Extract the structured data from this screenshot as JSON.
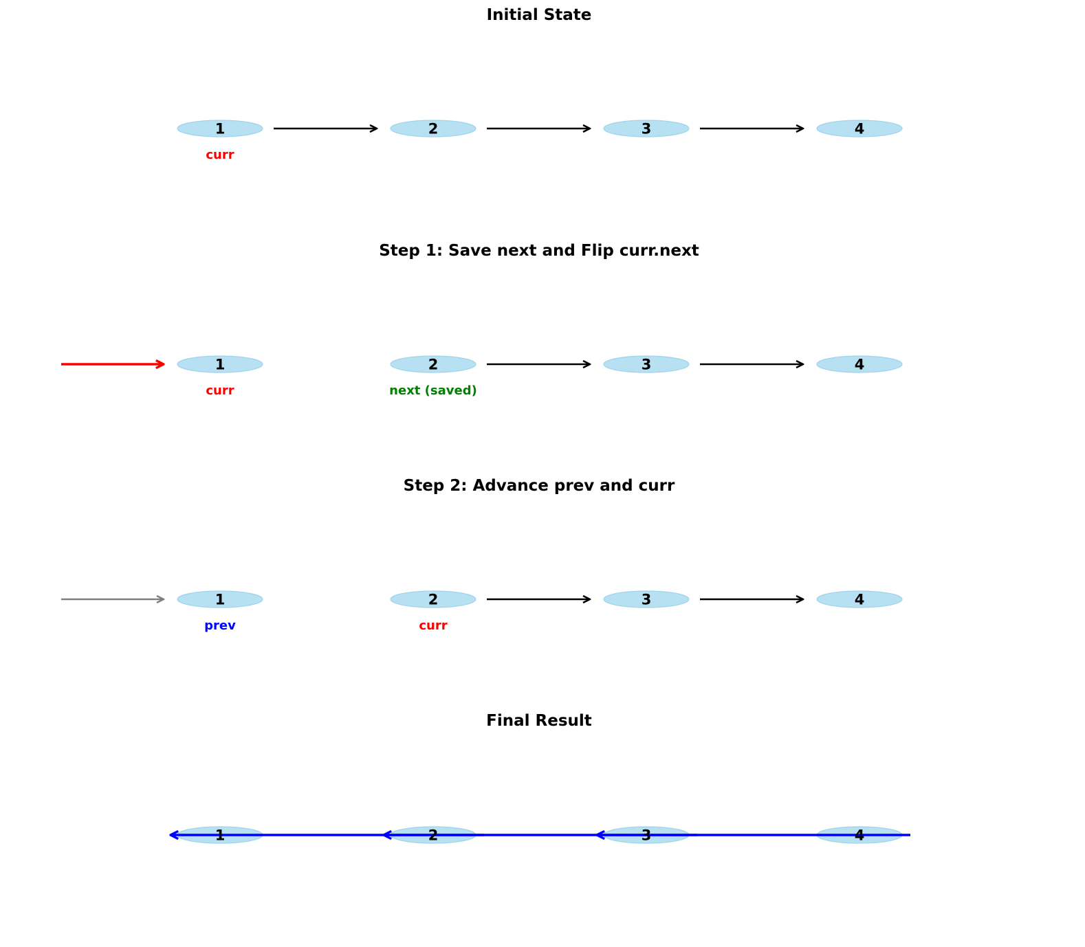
{
  "colors": {
    "node_fill": "#b7e0f2",
    "node_stroke": "#9fd4ec",
    "arrow_default": "#000000",
    "arrow_flipped": "#ff0000",
    "arrow_prev": "#808080",
    "arrow_final": "#0000ff",
    "label_curr": "#ff0000",
    "label_next": "#008000",
    "label_prev": "#0000ff"
  },
  "panels": [
    {
      "id": "initial",
      "title": "Initial State",
      "nodes": [
        "1",
        "2",
        "3",
        "4"
      ],
      "links": [
        {
          "from": 0,
          "to": 1,
          "style": "default"
        },
        {
          "from": 1,
          "to": 2,
          "style": "default"
        },
        {
          "from": 2,
          "to": 3,
          "style": "default"
        }
      ],
      "incoming": null,
      "pointers": [
        {
          "node": 0,
          "label": "curr",
          "color": "label_curr"
        }
      ]
    },
    {
      "id": "step1",
      "title": "Step 1: Save next and Flip curr.next",
      "nodes": [
        "1",
        "2",
        "3",
        "4"
      ],
      "links": [
        {
          "from": 1,
          "to": 2,
          "style": "default"
        },
        {
          "from": 2,
          "to": 3,
          "style": "default"
        }
      ],
      "incoming": {
        "node": 0,
        "style": "flipped"
      },
      "pointers": [
        {
          "node": 0,
          "label": "curr",
          "color": "label_curr"
        },
        {
          "node": 1,
          "label": "next (saved)",
          "color": "label_next"
        }
      ]
    },
    {
      "id": "step2",
      "title": "Step 2: Advance prev and curr",
      "nodes": [
        "1",
        "2",
        "3",
        "4"
      ],
      "links": [
        {
          "from": 1,
          "to": 2,
          "style": "default"
        },
        {
          "from": 2,
          "to": 3,
          "style": "default"
        }
      ],
      "incoming": {
        "node": 0,
        "style": "prev"
      },
      "pointers": [
        {
          "node": 0,
          "label": "prev",
          "color": "label_prev"
        },
        {
          "node": 1,
          "label": "curr",
          "color": "label_curr"
        }
      ]
    },
    {
      "id": "final",
      "title": "Final Result",
      "nodes": [
        "1",
        "2",
        "3",
        "4"
      ],
      "links": [
        {
          "from": 3,
          "to": 2,
          "style": "final"
        },
        {
          "from": 2,
          "to": 1,
          "style": "final"
        },
        {
          "from": 1,
          "to": 0,
          "style": "final"
        }
      ],
      "incoming": null,
      "pointers": []
    }
  ]
}
